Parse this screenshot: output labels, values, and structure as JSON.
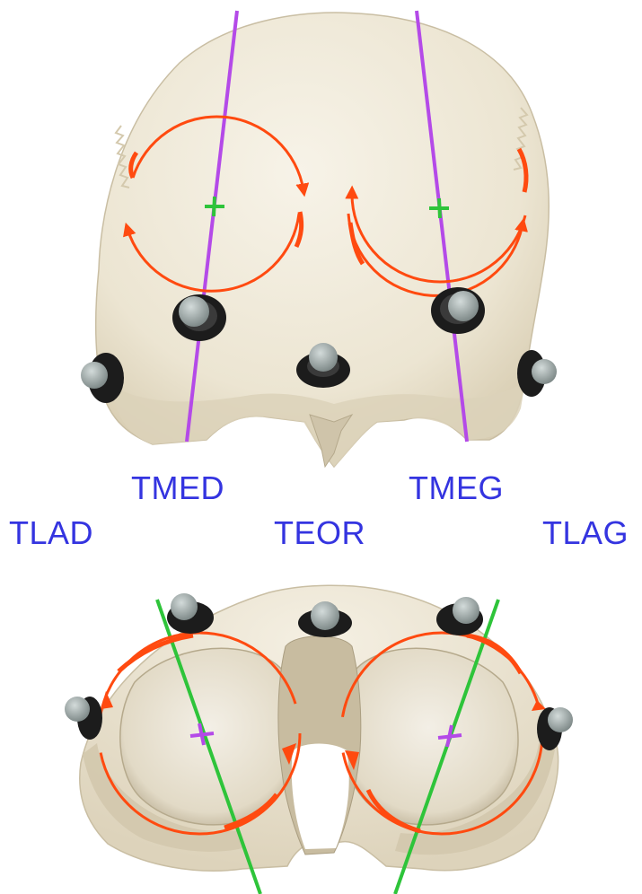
{
  "labels": {
    "tmed": "TMED",
    "tmeg": "TMEG",
    "tlad": "TLAD",
    "teor": "TEOR",
    "tlag": "TLAG"
  },
  "colors": {
    "label": "#3434e0",
    "bone": "#efe9d8",
    "bone_shadow": "#d9cfb6",
    "bone_dark": "#b9ad90",
    "axis_purple": "#b44ae8",
    "axis_green": "#2ec43a",
    "rotation_arrow": "#ff4a10",
    "marker_base": "#1c1c1c",
    "marker_head": "#a9b3b2"
  },
  "icons": {
    "rotation": "circular-rotation-arrow-icon",
    "marker": "tracking-marker-icon",
    "center": "cross-marker-icon"
  }
}
